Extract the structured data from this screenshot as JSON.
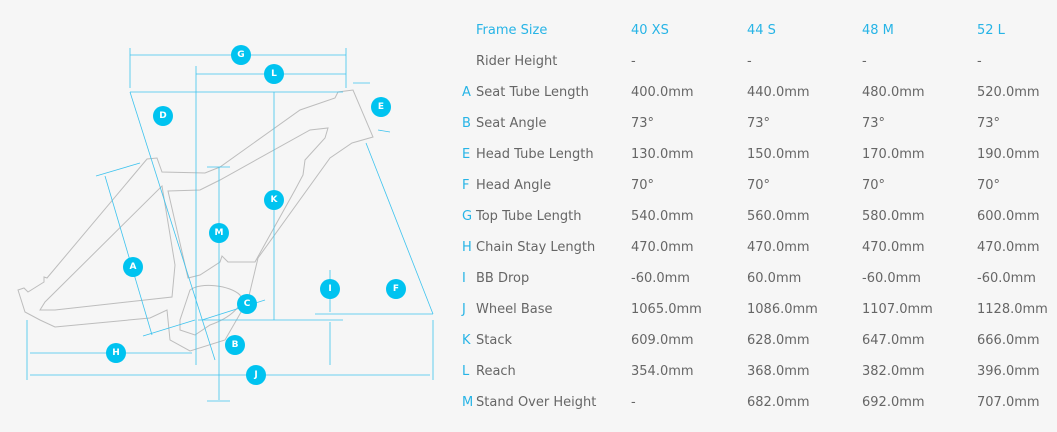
{
  "colors": {
    "accent": "#27b4e6",
    "marker": "#00c3f0",
    "text": "#666666",
    "frame": "#b8b8b8"
  },
  "diagram": {
    "markers": [
      "G",
      "L",
      "D",
      "E",
      "K",
      "M",
      "A",
      "I",
      "F",
      "C",
      "B",
      "H",
      "J"
    ]
  },
  "table": {
    "header": {
      "label": "Frame Size",
      "sizes": [
        "40 XS",
        "44 S",
        "48 M",
        "52 L"
      ]
    },
    "rows": [
      {
        "letter": "",
        "name": "Rider Height",
        "values": [
          "-",
          "-",
          "-",
          "-"
        ]
      },
      {
        "letter": "A",
        "name": "Seat Tube Length",
        "values": [
          "400.0mm",
          "440.0mm",
          "480.0mm",
          "520.0mm"
        ]
      },
      {
        "letter": "B",
        "name": "Seat Angle",
        "values": [
          "73°",
          "73°",
          "73°",
          "73°"
        ]
      },
      {
        "letter": "E",
        "name": "Head Tube Length",
        "values": [
          "130.0mm",
          "150.0mm",
          "170.0mm",
          "190.0mm"
        ]
      },
      {
        "letter": "F",
        "name": "Head Angle",
        "values": [
          "70°",
          "70°",
          "70°",
          "70°"
        ]
      },
      {
        "letter": "G",
        "name": "Top Tube Length",
        "values": [
          "540.0mm",
          "560.0mm",
          "580.0mm",
          "600.0mm"
        ]
      },
      {
        "letter": "H",
        "name": "Chain Stay Length",
        "values": [
          "470.0mm",
          "470.0mm",
          "470.0mm",
          "470.0mm"
        ]
      },
      {
        "letter": "I",
        "name": "BB Drop",
        "values": [
          "-60.0mm",
          "60.0mm",
          "-60.0mm",
          "-60.0mm"
        ]
      },
      {
        "letter": "J",
        "name": "Wheel Base",
        "values": [
          "1065.0mm",
          "1086.0mm",
          "1107.0mm",
          "1128.0mm"
        ]
      },
      {
        "letter": "K",
        "name": "Stack",
        "values": [
          "609.0mm",
          "628.0mm",
          "647.0mm",
          "666.0mm"
        ]
      },
      {
        "letter": "L",
        "name": "Reach",
        "values": [
          "354.0mm",
          "368.0mm",
          "382.0mm",
          "396.0mm"
        ]
      },
      {
        "letter": "M",
        "name": "Stand Over Height",
        "values": [
          "-",
          "682.0mm",
          "692.0mm",
          "707.0mm"
        ]
      }
    ]
  }
}
